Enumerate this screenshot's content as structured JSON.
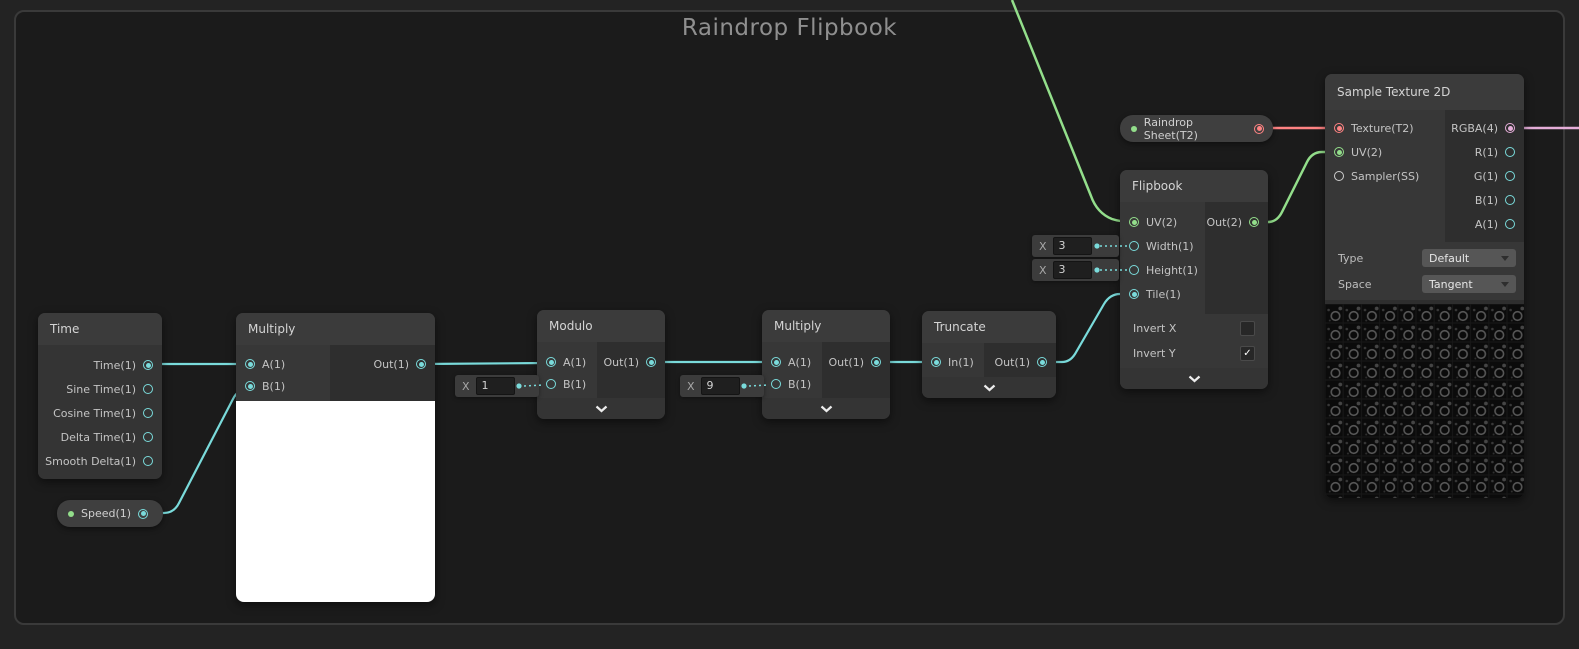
{
  "graph_title": "Raindrop Flipbook",
  "colors": {
    "bg": "#232323",
    "frame_bg": "#1b1b1b",
    "frame_border": "#3a3a3a",
    "cyan": "#7adbdb",
    "green": "#93de8b",
    "red": "#ff8383",
    "pink": "#e5aed9"
  },
  "nodes": {
    "time": {
      "title": "Time",
      "ports": [
        "Time(1)",
        "Sine Time(1)",
        "Cosine Time(1)",
        "Delta Time(1)",
        "Smooth Delta(1)"
      ]
    },
    "speed_property": {
      "label": "Speed(1)"
    },
    "multiply1": {
      "title": "Multiply",
      "a": "A(1)",
      "b": "B(1)",
      "out": "Out(1)"
    },
    "modulo": {
      "title": "Modulo",
      "a": "A(1)",
      "b": "B(1)",
      "out": "Out(1)",
      "b_axis": "X",
      "b_value": "1"
    },
    "multiply2": {
      "title": "Multiply",
      "a": "A(1)",
      "b": "B(1)",
      "out": "Out(1)",
      "b_axis": "X",
      "b_value": "9"
    },
    "truncate": {
      "title": "Truncate",
      "in": "In(1)",
      "out": "Out(1)"
    },
    "flipbook": {
      "title": "Flipbook",
      "uv": "UV(2)",
      "width": "Width(1)",
      "height": "Height(1)",
      "tile": "Tile(1)",
      "out": "Out(2)",
      "width_axis": "X",
      "width_value": "3",
      "height_axis": "X",
      "height_value": "3",
      "invert_x_label": "Invert X",
      "invert_x_checked": false,
      "invert_y_label": "Invert Y",
      "invert_y_checked": true
    },
    "raindrop_property": {
      "label": "Raindrop Sheet(T2)"
    },
    "sample_texture": {
      "title": "Sample Texture 2D",
      "inputs": [
        "Texture(T2)",
        "UV(2)",
        "Sampler(SS)"
      ],
      "outputs": [
        "RGBA(4)",
        "R(1)",
        "G(1)",
        "B(1)",
        "A(1)"
      ],
      "type_label": "Type",
      "type_value": "Default",
      "space_label": "Space",
      "space_value": "Tangent"
    }
  },
  "edges": [
    {
      "from": "Time.Time(1)",
      "to": "Multiply.A(1)"
    },
    {
      "from": "Speed(1)",
      "to": "Multiply.B(1)"
    },
    {
      "from": "Multiply.Out(1)",
      "to": "Modulo.A(1)"
    },
    {
      "from": "Modulo.Out(1)",
      "to": "Multiply.A(1)"
    },
    {
      "from": "Multiply.Out(1)",
      "to": "Truncate.In(1)"
    },
    {
      "from": "Truncate.Out(1)",
      "to": "Flipbook.Tile(1)"
    },
    {
      "from": "offscreen-top",
      "to": "Flipbook.UV(2)"
    },
    {
      "from": "Flipbook.Out(2)",
      "to": "Sample Texture 2D.UV(2)"
    },
    {
      "from": "Raindrop Sheet(T2)",
      "to": "Sample Texture 2D.Texture(T2)"
    },
    {
      "from": "Sample Texture 2D.RGBA(4)",
      "to": "offscreen-right"
    }
  ]
}
